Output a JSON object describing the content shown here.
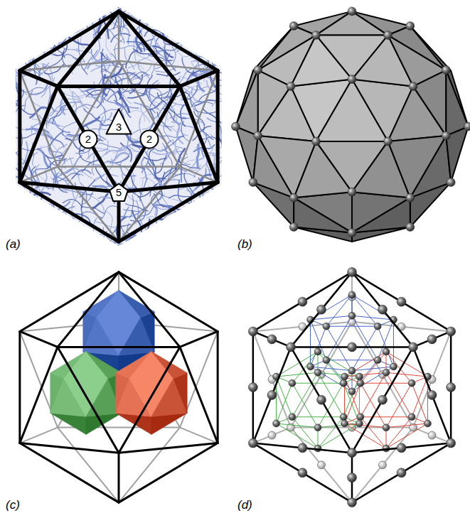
{
  "diagram": {
    "nodes": [
      {
        "text": [
          "3"
        ]
      },
      {
        "text": [
          "2"
        ]
      },
      {
        "text": [
          "2"
        ]
      },
      {
        "text": [
          "5"
        ]
      }
    ],
    "labels": [
      "(a)",
      "(b)",
      "(c)",
      "(d)"
    ]
  }
}
